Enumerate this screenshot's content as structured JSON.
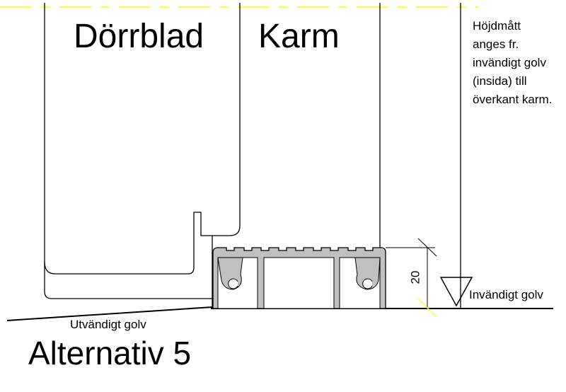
{
  "labels": {
    "door_leaf": "Dörrblad",
    "frame": "Karm",
    "outside_floor": "Utvändigt golv",
    "inside_floor": "Invändigt golv",
    "dimension": "20",
    "title": "Alternativ 5"
  },
  "note": {
    "lines": [
      "Höjdmått",
      "anges fr.",
      "invändigt golv",
      "(insida) till",
      "överkant karm."
    ]
  },
  "colors": {
    "centerline": "#ffff33",
    "profile_fill": "#c0c0c0",
    "line": "#000000"
  }
}
